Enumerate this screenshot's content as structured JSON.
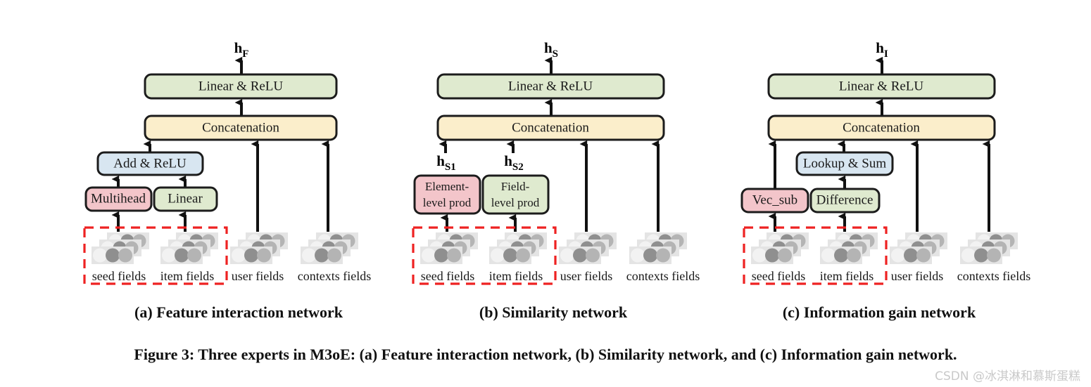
{
  "figure": {
    "caption": "Figure 3: Three experts in M3oE: (a) Feature interaction network, (b) Similarity network, and (c) Information gain network.",
    "watermark": "CSDN @冰淇淋和慕斯蛋糕"
  },
  "colors": {
    "green": "#dfeacf",
    "yellow": "#fbeecb",
    "blue": "#d8e6f1",
    "pink": "#f3c5ca",
    "outline": "#1c1c1c",
    "dashed_red": "#ee2222",
    "field_tile": "#e4e4e4",
    "circle_light": "#f2f2f2",
    "circle_dark": "#8f8f8f",
    "circle_mid": "#b4b4b4",
    "text": "#1a1a1a",
    "watermark": "#c9c9c9"
  },
  "common": {
    "linear_relu": "Linear & ReLU",
    "concatenation": "Concatenation",
    "fields": [
      {
        "label": "seed fields",
        "in_group": true
      },
      {
        "label": "item fields",
        "in_group": true
      },
      {
        "label": "user fields",
        "in_group": false
      },
      {
        "label": "contexts fields",
        "in_group": false
      }
    ]
  },
  "panels": [
    {
      "id": "a",
      "caption": "(a) Feature interaction network",
      "output_symbol": {
        "base": "h",
        "sub": "F"
      },
      "top_bar": "Linear & ReLU",
      "mid_bar": "Concatenation",
      "merge_box": {
        "label": "Add & ReLU",
        "color": "blue"
      },
      "op_boxes": [
        {
          "label": "Multihead",
          "color": "pink"
        },
        {
          "label": "Linear",
          "color": "green"
        }
      ],
      "branch_labels": [],
      "fields": [
        "seed fields",
        "item fields",
        "user fields",
        "contexts fields"
      ]
    },
    {
      "id": "b",
      "caption": "(b) Similarity network",
      "output_symbol": {
        "base": "h",
        "sub": "S"
      },
      "top_bar": "Linear & ReLU",
      "mid_bar": "Concatenation",
      "merge_box": null,
      "op_boxes": [
        {
          "label": "Element-\nlevel prod",
          "line1": "Element-",
          "line2": "level prod",
          "color": "pink"
        },
        {
          "label": "Field-\nlevel prod",
          "line1": "Field-",
          "line2": "level prod",
          "color": "green"
        }
      ],
      "branch_labels": [
        {
          "base": "h",
          "sub": "S1"
        },
        {
          "base": "h",
          "sub": "S2"
        }
      ],
      "fields": [
        "seed fields",
        "item fields",
        "user fields",
        "contexts fields"
      ]
    },
    {
      "id": "c",
      "caption": "(c) Information gain network",
      "output_symbol": {
        "base": "h",
        "sub": "I"
      },
      "top_bar": "Linear & ReLU",
      "mid_bar": "Concatenation",
      "merge_box": {
        "label": "Lookup & Sum",
        "color": "blue"
      },
      "op_boxes": [
        {
          "label": "Vec_sub",
          "color": "pink"
        },
        {
          "label": "Difference",
          "color": "green"
        }
      ],
      "branch_labels": [],
      "fields": [
        "seed fields",
        "item fields",
        "user fields",
        "contexts fields"
      ]
    }
  ]
}
